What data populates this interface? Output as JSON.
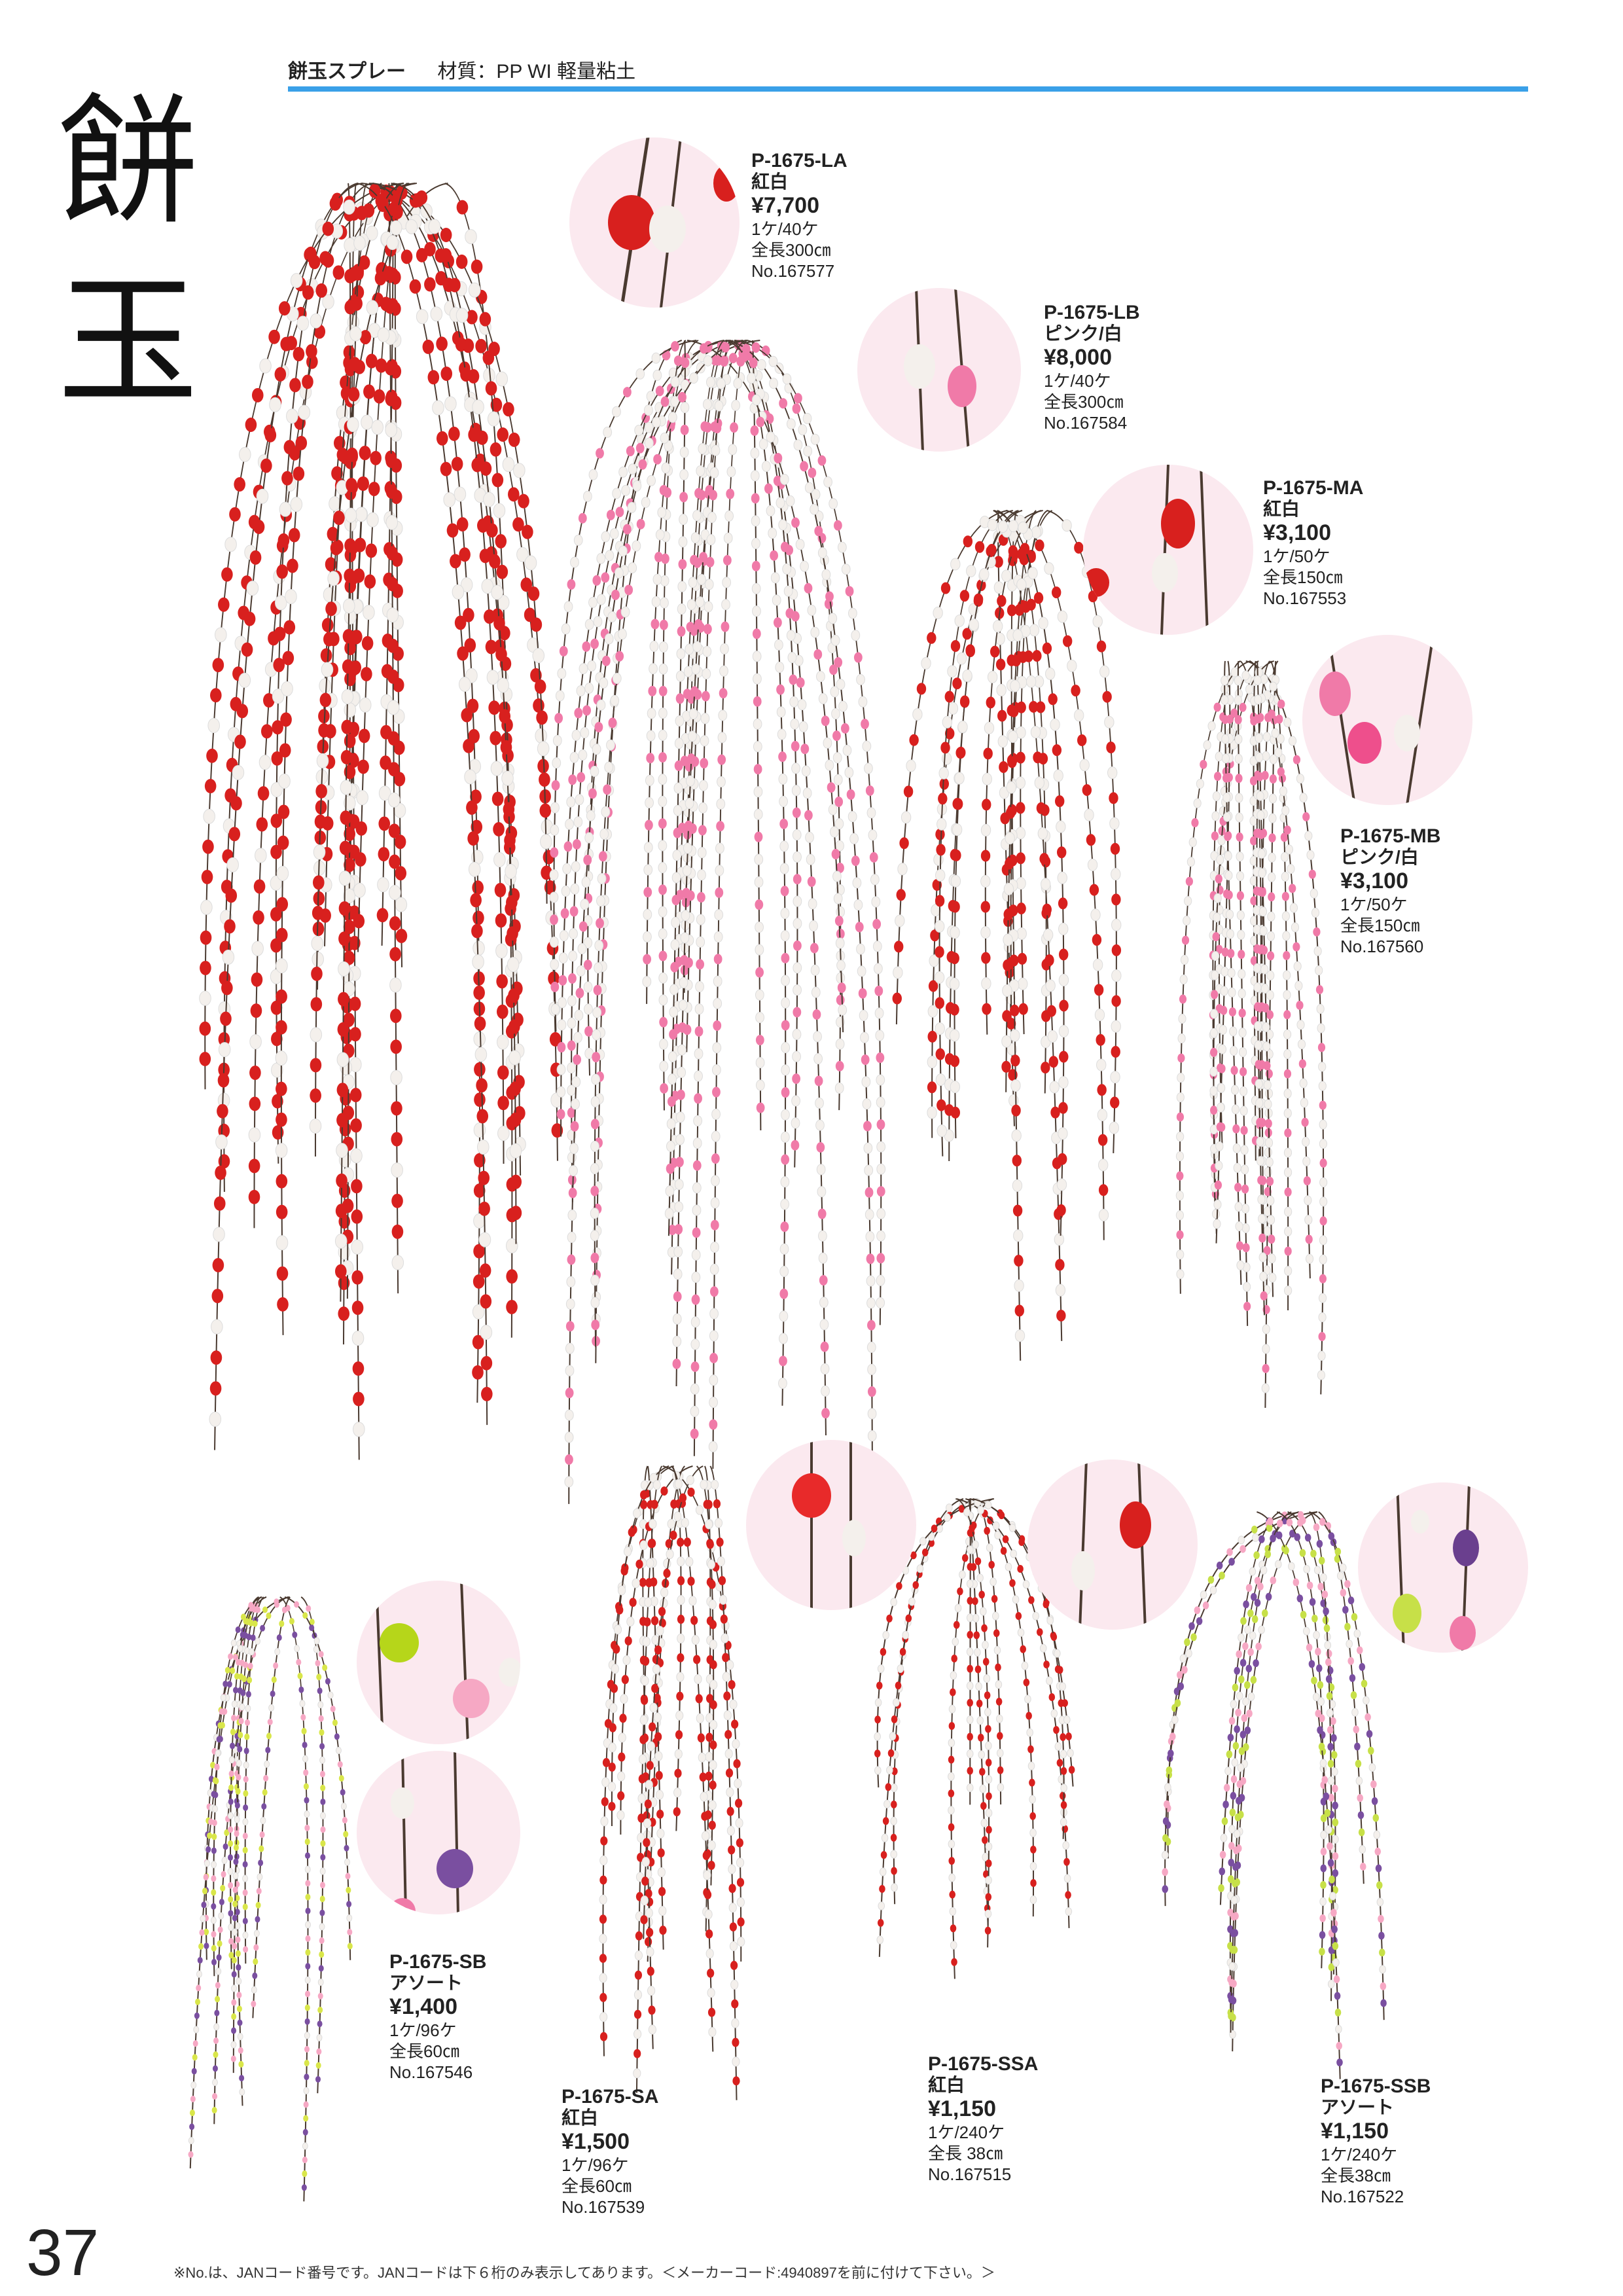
{
  "header": {
    "title": "餅玉スプレー",
    "material": "材質：PP WI 軽量粘土"
  },
  "big_title": [
    "餅",
    "玉"
  ],
  "products": [
    {
      "id": "la",
      "code": "P-1675-LA",
      "color": "紅白",
      "price": "¥7,700",
      "qty": "1ケ/40ケ",
      "length": "全長300㎝",
      "no": "No.167577"
    },
    {
      "id": "lb",
      "code": "P-1675-LB",
      "color": "ピンク/白",
      "price": "¥8,000",
      "qty": "1ケ/40ケ",
      "length": "全長300㎝",
      "no": "No.167584"
    },
    {
      "id": "ma",
      "code": "P-1675-MA",
      "color": "紅白",
      "price": "¥3,100",
      "qty": "1ケ/50ケ",
      "length": "全長150㎝",
      "no": "No.167553"
    },
    {
      "id": "mb",
      "code": "P-1675-MB",
      "color": "ピンク/白",
      "price": "¥3,100",
      "qty": "1ケ/50ケ",
      "length": "全長150㎝",
      "no": "No.167560"
    },
    {
      "id": "sb",
      "code": "P-1675-SB",
      "color": "アソート",
      "price": "¥1,400",
      "qty": "1ケ/96ケ",
      "length": "全長60㎝",
      "no": "No.167546"
    },
    {
      "id": "sa",
      "code": "P-1675-SA",
      "color": "紅白",
      "price": "¥1,500",
      "qty": "1ケ/96ケ",
      "length": "全長60㎝",
      "no": "No.167539"
    },
    {
      "id": "ssa",
      "code": "P-1675-SSA",
      "color": "紅白",
      "price": "¥1,150",
      "qty": "1ケ/240ケ",
      "length": "全長 38㎝",
      "no": "No.167515"
    },
    {
      "id": "ssb",
      "code": "P-1675-SSB",
      "color": "アソート",
      "price": "¥1,150",
      "qty": "1ケ/240ケ",
      "length": "全長38㎝",
      "no": "No.167522"
    }
  ],
  "page_number": "37",
  "footer_note": "※No.は、JANコード番号です。JANコードは下６桁のみ表示してあります。＜メーカーコード:4940897を前に付けて下さい。＞",
  "colors": {
    "accent_rule": "#3aa0e8",
    "red": "#d8201e",
    "pink": "#f07aa8",
    "white_bead": "#f4f0ec",
    "branch": "#4a3a30",
    "zoom_bg": "#fbe9ef"
  }
}
